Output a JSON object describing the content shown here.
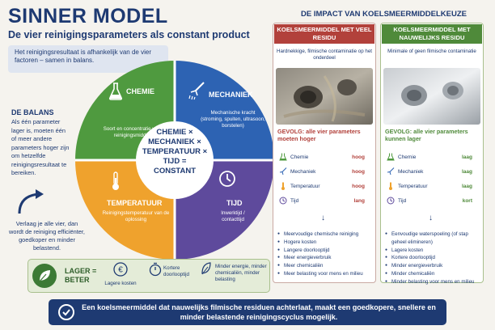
{
  "header": {
    "title": "SINNER MODEL",
    "subtitle": "De vier reinigingsparameters als constant product"
  },
  "intro": "Het reinigingsresultaat is afhankelijk van de vier factoren – samen in balans.",
  "balans": {
    "heading": "DE BALANS",
    "text": "Als één parameter lager is, moeten één of meer andere parameters hoger zijn om hetzelfde reinigingsresultaat te bereiken.",
    "verlaag": "Verlaag je alle vier, dan wordt de reiniging efficiënter, goedkoper en minder belastend."
  },
  "wheel": {
    "colors": {
      "chemie": "#4f9a3f",
      "mechaniek": "#2d63b3",
      "temperatuur": "#efa22d",
      "tijd": "#5e4a9c"
    },
    "chemie": {
      "label": "CHEMIE",
      "desc": "Soort en concentratie van reinigingsmiddel",
      "icon": "flask-icon"
    },
    "mechaniek": {
      "label": "MECHANIEK",
      "desc": "Mechanische kracht (stroming, spuiten, ultrasoon, borstelen)",
      "icon": "spray-icon"
    },
    "temperatuur": {
      "label": "TEMPERATUUR",
      "desc": "Reinigingstemperatuur van de oplossing",
      "icon": "thermometer-icon"
    },
    "tijd": {
      "label": "TIJD",
      "desc": "Inwerktijd / contacttijd",
      "icon": "clock-icon"
    },
    "center": {
      "l1": "CHEMIE ×",
      "l2": "MECHANIEK ×",
      "l3": "TEMPERATUUR ×",
      "l4": "TIJD =",
      "l5": "CONSTANT"
    }
  },
  "lager": {
    "label1": "LAGER =",
    "label2": "BETER",
    "items": [
      {
        "icon": "euro-icon",
        "text": "Lagere kosten"
      },
      {
        "icon": "clock-icon",
        "text": "Kortere doorlooptijd"
      },
      {
        "icon": "leaf-icon",
        "text": "Minder energie, minder chemicaliën, minder belasting"
      }
    ]
  },
  "impact": {
    "heading": "DE IMPACT VAN KOELSMEERMIDDELKEUZE",
    "residu": {
      "head": "KOELSMEERMIDDEL MET VEEL RESIDU",
      "color": "#b2413b",
      "desc": "Hardnekkige, filmische contaminatie op het onderdeel",
      "gevolg": "GEVOLG: alle vier parameters moeten hoger",
      "rows": [
        {
          "label": "Chemie",
          "value": "hoog"
        },
        {
          "label": "Mechaniek",
          "value": "hoog"
        },
        {
          "label": "Temperatuur",
          "value": "hoog"
        },
        {
          "label": "Tijd",
          "value": "lang"
        }
      ],
      "list": [
        "Meervoudige chemische reiniging",
        "Hogere kosten",
        "Langere doorlooptijd",
        "Meer energieverbruik",
        "Meer chemicaliën",
        "Meer belasting voor mens en milieu"
      ]
    },
    "schoon": {
      "head": "KOELSMEERMIDDEL MET NAUWELIJKS RESIDU",
      "color": "#4f8a3a",
      "desc": "Minimale of geen filmische contaminatie",
      "gevolg": "GEVOLG: alle vier parameters kunnen lager",
      "rows": [
        {
          "label": "Chemie",
          "value": "laag"
        },
        {
          "label": "Mechaniek",
          "value": "laag"
        },
        {
          "label": "Temperatuur",
          "value": "laag"
        },
        {
          "label": "Tijd",
          "value": "kort"
        }
      ],
      "list": [
        "Eenvoudige waterspoeling (of stap geheel elimineren)",
        "Lagere kosten",
        "Kortere doorlooptijd",
        "Minder energieverbruik",
        "Minder chemicaliën",
        "Minder belasting voor mens en milieu"
      ]
    }
  },
  "banner": "Een koelsmeermiddel dat nauwelijks filmische residuen achterlaat, maakt een goedkopere, snellere en minder belastende reinigingscyclus mogelijk."
}
